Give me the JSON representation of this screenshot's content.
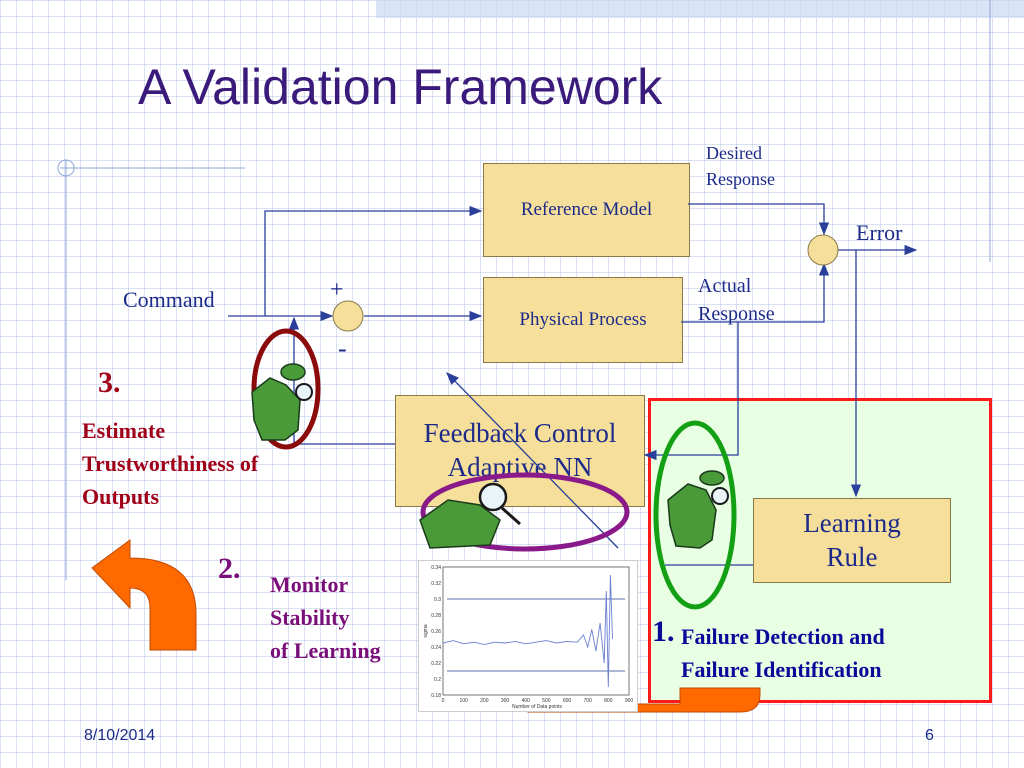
{
  "slide": {
    "title": "A Validation Framework",
    "date": "8/10/2014",
    "page_number": "6"
  },
  "diagram": {
    "reference_model": "Reference Model",
    "physical_process": "Physical Process",
    "feedback_control_line1": "Feedback Control",
    "feedback_control_line2": "Adaptive NN",
    "learning_rule_line1": "Learning",
    "learning_rule_line2": "Rule",
    "desired_line1": "Desired",
    "desired_line2": "Response",
    "actual_line1": "Actual",
    "actual_line2": "Response",
    "error": "Error",
    "command": "Command",
    "plus": "+",
    "minus": "-"
  },
  "steps": {
    "step3_num": "3.",
    "step3_line1": "Estimate",
    "step3_line2": "Trustworthiness of",
    "step3_line3": "Outputs",
    "step2_num": "2.",
    "step2_line1": "Monitor",
    "step2_line2": "Stability",
    "step2_line3": "of Learning",
    "step1_num": "1.",
    "step1_line1": "Failure Detection and",
    "step1_line2": "Failure Identification"
  },
  "chart_data": {
    "type": "line",
    "xlabel": "Number of Data points",
    "ylabel": "sigma",
    "xlim": [
      0,
      900
    ],
    "ylim": [
      0.18,
      0.34
    ],
    "x_ticks": [
      "0",
      "100",
      "200",
      "300",
      "400",
      "500",
      "600",
      "700",
      "800",
      "900"
    ],
    "y_ticks": [
      "0.18",
      "0.2",
      "0.22",
      "0.24",
      "0.26",
      "0.28",
      "0.3",
      "0.32",
      "0.34"
    ],
    "thresholds": [
      0.3,
      0.21
    ],
    "series": [
      {
        "x": [
          0,
          50,
          100,
          150,
          200,
          250,
          300,
          350,
          400,
          450,
          500,
          550,
          600,
          650,
          680,
          700,
          720,
          740,
          760,
          780,
          790,
          800,
          810,
          820
        ],
        "y": [
          0.245,
          0.248,
          0.244,
          0.246,
          0.243,
          0.246,
          0.245,
          0.247,
          0.244,
          0.246,
          0.248,
          0.245,
          0.247,
          0.246,
          0.255,
          0.24,
          0.262,
          0.235,
          0.27,
          0.22,
          0.31,
          0.19,
          0.33,
          0.25
        ]
      }
    ]
  },
  "colors": {
    "title": "#3a1a7a",
    "box_fill": "#f5df9b",
    "blue_text": "#1c2a8a",
    "step3_red": "#a00018",
    "step2_purple": "#7a0f7a",
    "green_panel": "#e9ffe3",
    "red_border": "#ff1a1a",
    "orange_arrow": "#ff6a00"
  },
  "icons": [
    "detective-icon",
    "magnifier-icon"
  ]
}
